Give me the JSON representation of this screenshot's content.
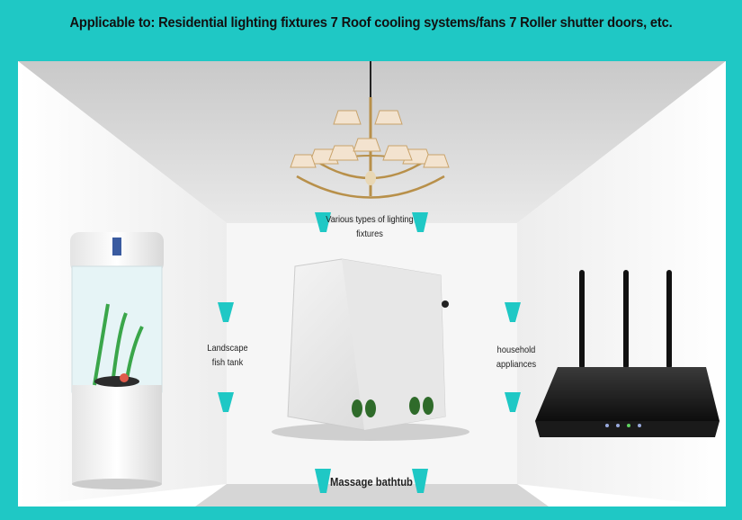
{
  "headline": "Applicable to: Residential lighting fixtures 7 Roof cooling systems/fans 7 Roller shutter doors, etc.",
  "labels": {
    "lighting": "Various types of lighting fixtures",
    "fish_tank": "Landscape fish tank",
    "appliances": "household appliances",
    "bathtub": "Massage bathtub"
  },
  "colors": {
    "accent": "#1fc8c5",
    "ceiling": "#cfcfcf",
    "wall": "#f2f2f2"
  }
}
